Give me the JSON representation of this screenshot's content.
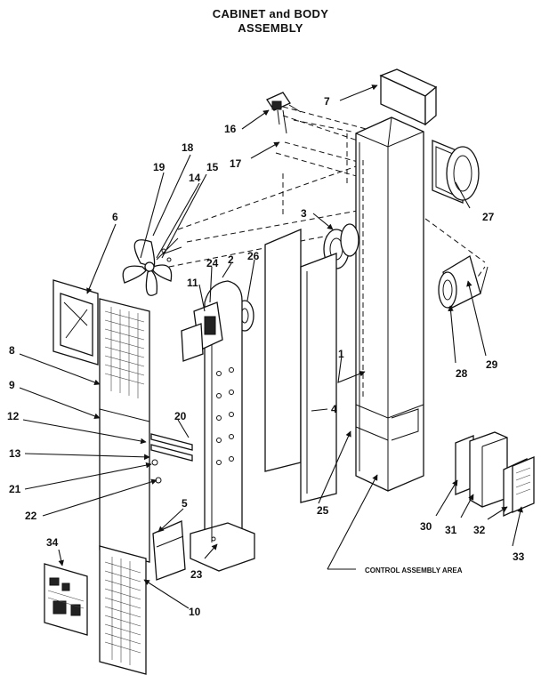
{
  "title": {
    "line1": "CABINET and BODY",
    "line2": "ASSEMBLY"
  },
  "callouts": [
    "1",
    "2",
    "3",
    "4",
    "5",
    "6",
    "7",
    "8",
    "9",
    "10",
    "11",
    "12",
    "13",
    "14",
    "15",
    "16",
    "17",
    "18",
    "19",
    "20",
    "21",
    "22",
    "23",
    "24",
    "25",
    "26",
    "27",
    "28",
    "29",
    "30",
    "31",
    "32",
    "33",
    "34"
  ],
  "note": "CONTROL ASSEMBLY AREA"
}
